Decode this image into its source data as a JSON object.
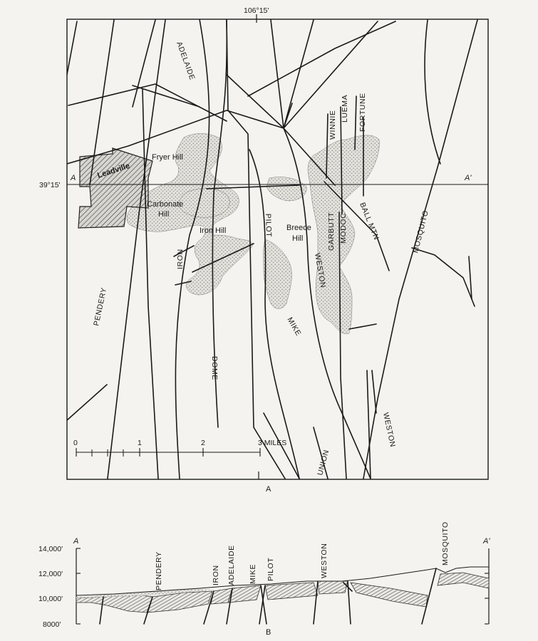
{
  "map": {
    "longitude_label": "106°15'",
    "latitude_label": "39°15'",
    "section_start": "A",
    "section_end": "A'",
    "panel_caption": "A",
    "places": {
      "leadville": "Leadville",
      "fryer_hill": "Fryer Hill",
      "carbonate_hill_1": "Carbonate",
      "carbonate_hill_2": "Hill",
      "iron_hill": "Iron Hill",
      "breece_hill_1": "Breece",
      "breece_hill_2": "Hill"
    },
    "faults": {
      "adelaide": "ADELAIDE",
      "winnie": "WINNIE",
      "luema": "LUEMA",
      "fortune": "FORTUNE",
      "pilot": "PILOT",
      "garbutt": "GARBUTT",
      "modoc": "MODOC",
      "ball_mtn": "BALL MTN",
      "mosquito": "MOSQUITO",
      "iron": "IRON",
      "weston": "WESTON",
      "pendery": "PENDERY",
      "mike": "MIKE",
      "dome": "DOME",
      "union": "UNION",
      "weston_south": "WESTON"
    },
    "scale": {
      "tick_0": "0",
      "tick_1": "1",
      "tick_2": "2",
      "tick_3": "3 MILES"
    }
  },
  "section": {
    "panel_caption": "B",
    "start_label": "A",
    "end_label": "A'",
    "elevations": [
      "14,000'",
      "12,000'",
      "10,000'",
      "8000'"
    ],
    "faults": {
      "pendery": "PENDERY",
      "iron": "IRON",
      "adelaide": "ADELAIDE",
      "mike": "MIKE",
      "pilot": "PILOT",
      "weston": "WESTON",
      "mosquito": "MOSQUITO"
    }
  }
}
